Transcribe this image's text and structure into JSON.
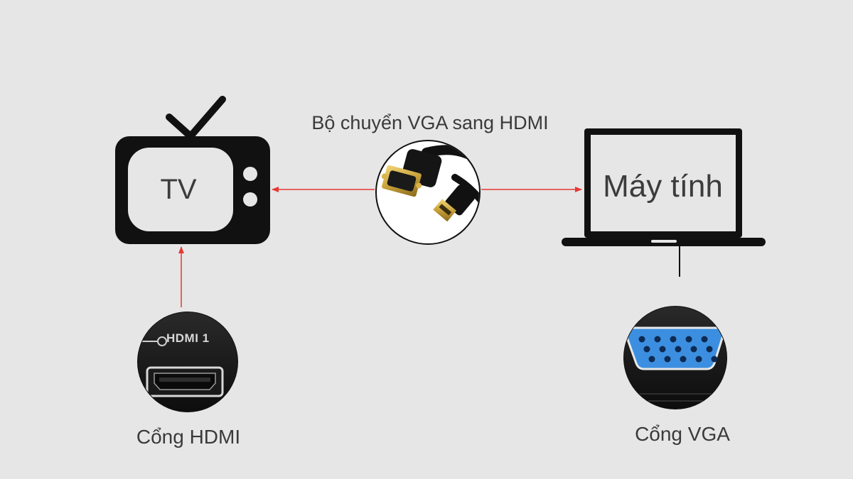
{
  "diagram": {
    "tv": {
      "label": "TV"
    },
    "computer": {
      "label": "Máy tính"
    },
    "adapter": {
      "label": "Bộ chuyển VGA sang HDMI"
    },
    "hdmi_port": {
      "caption": "Cổng HDMI",
      "port_text": "HDMI 1"
    },
    "vga_port": {
      "caption": "Cổng VGA"
    }
  },
  "colors": {
    "background": "#e6e6e6",
    "icon": "#111111",
    "arrow": "#e53935",
    "vga_blue": "#3c8fe0",
    "connector_gold": "#c9a23a"
  }
}
